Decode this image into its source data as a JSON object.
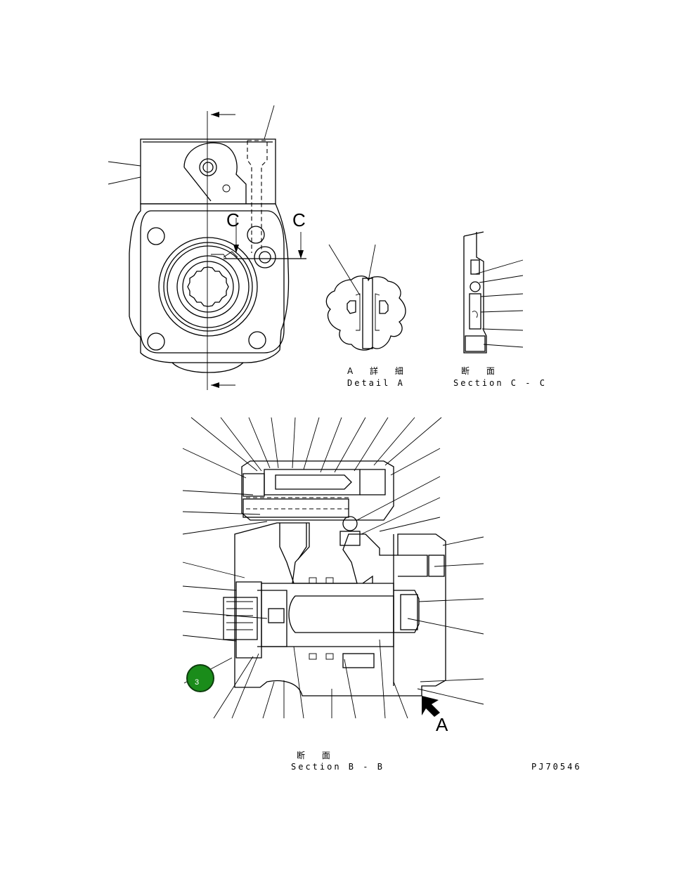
{
  "section_c_letter_left": "C",
  "section_c_letter_right": "C",
  "detail_a_jp": "A 詳 細",
  "detail_a_en": "Detail A",
  "section_cc_jp": "断 面",
  "section_cc_en": "Section C - C",
  "section_bb_jp": "断 面",
  "section_bb_en": "Section B - B",
  "view_arrow_letter": "A",
  "drawing_number": "PJ70546",
  "callout_number": "3"
}
